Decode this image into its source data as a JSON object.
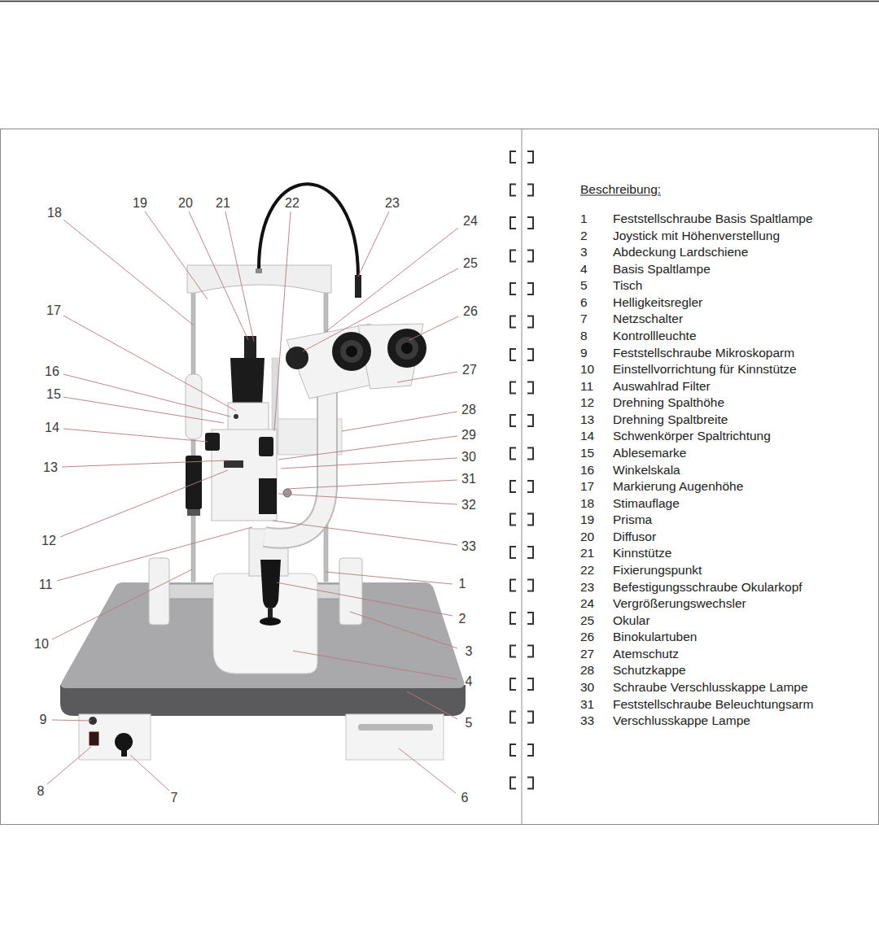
{
  "diagram": {
    "labels": [
      "19",
      "20",
      "21",
      "22",
      "23",
      "18",
      "24",
      "25",
      "17",
      "26",
      "27",
      "16",
      "15",
      "28",
      "14",
      "29",
      "30",
      "13",
      "31",
      "32",
      "12",
      "33",
      "1",
      "11",
      "2",
      "10",
      "3",
      "4",
      "9",
      "5",
      "8",
      "7",
      "6",
      "Beschreibung:",
      "1",
      "Feststellschraube Basis Spaltlampe",
      "2",
      "Joystick mit Höhenverstellung",
      "3",
      "Abdeckung Lardschiene",
      "4",
      "Basis Spaltlampe",
      "5",
      "Tisch",
      "6",
      "Helligkeitsregler",
      "7",
      "Netzschalter",
      "8",
      "Kontrollleuchte",
      "9",
      "Feststellschraube Mikroskoparm",
      "10",
      "Einstellvorrichtung für Kinnstütze",
      "11",
      "Auswahlrad Filter",
      "12",
      "Drehning Spalthöhe",
      "13",
      "Drehning Spaltbreite",
      "14",
      "Schwenkörper Spaltrichtung",
      "15",
      "Ablesemarke",
      "16",
      "Winkelskala",
      "17",
      "Markierung Augenhöhe",
      "18",
      "Stimauflage",
      "19",
      "Prisma",
      "20",
      "Diffusor",
      "21",
      "Kinnstütze",
      "22",
      "Fixierungspunkt",
      "23",
      "Befestigungsschraube Okularkopf",
      "24",
      "Vergrößerungswechsler",
      "25",
      "Okular",
      "26",
      "Binokulartuben",
      "27",
      "Atemschutz",
      "28",
      "Schutzkappe",
      "30",
      "Schraube Verschlusskappe Lampe",
      "31",
      "Feststellschraube Beleuchtungsarm",
      "33",
      "Verschlusskappe Lampe"
    ]
  }
}
